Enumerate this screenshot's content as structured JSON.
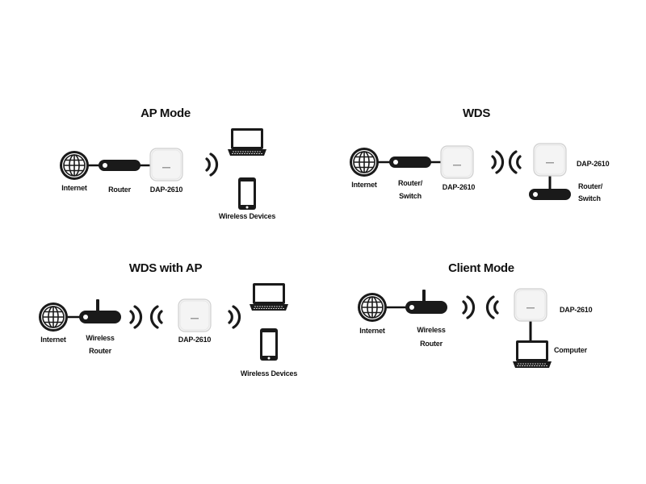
{
  "panels": {
    "ap_mode": {
      "title": "AP Mode",
      "internet": "Internet",
      "router": "Router",
      "ap": "DAP-2610",
      "devices": "Wireless Devices"
    },
    "wds": {
      "title": "WDS",
      "internet": "Internet",
      "router_line1": "Router/",
      "router_line2": "Switch",
      "ap": "DAP-2610",
      "remote_ap": "DAP-2610",
      "remote_router_line1": "Router/",
      "remote_router_line2": "Switch"
    },
    "wds_ap": {
      "title": "WDS with AP",
      "internet": "Internet",
      "router_line1": "Wireless",
      "router_line2": "Router",
      "ap": "DAP-2610",
      "devices": "Wireless Devices"
    },
    "client": {
      "title": "Client Mode",
      "internet": "Internet",
      "router_line1": "Wireless",
      "router_line2": "Router",
      "ap": "DAP-2610",
      "computer": "Computer"
    }
  },
  "colors": {
    "line": "#111111",
    "device_dark": "#1a1a1a",
    "ap_body": "#f4f4f4",
    "ap_border": "#cfcfcf",
    "screen": "#ffffff",
    "led": "#3a7bd5"
  },
  "icons": [
    "globe-icon",
    "router-icon",
    "wireless-router-icon",
    "access-point-icon",
    "wifi-wave-icon",
    "laptop-icon",
    "smartphone-icon"
  ]
}
